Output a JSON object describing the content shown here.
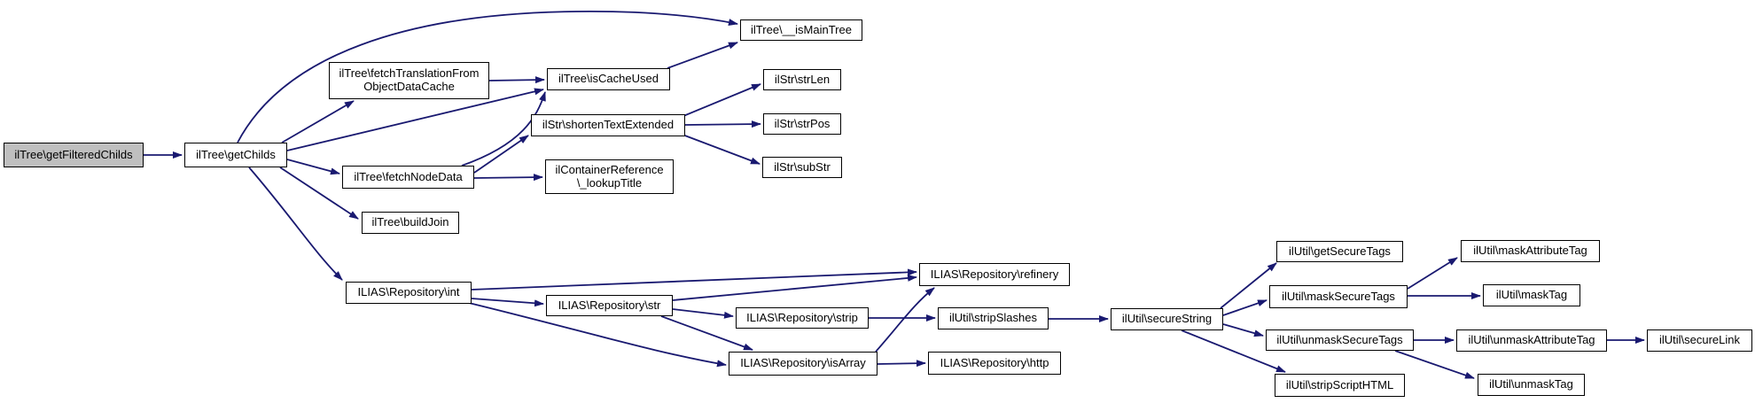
{
  "colors": {
    "edge": "#191970",
    "node_border": "#000000",
    "node_fill": "#ffffff",
    "root_fill": "#bfbfbf",
    "text": "#000000",
    "background": "#ffffff"
  },
  "nodes": {
    "getFilteredChilds": {
      "label": "ilTree\\getFilteredChilds"
    },
    "getChilds": {
      "label": "ilTree\\getChilds"
    },
    "isMainTree": {
      "label": "ilTree\\__isMainTree"
    },
    "fetchTranslation": {
      "label": "ilTree\\fetchTranslationFrom ObjectDataCache"
    },
    "isCacheUsed": {
      "label": "ilTree\\isCacheUsed"
    },
    "strLen": {
      "label": "ilStr\\strLen"
    },
    "shortenTextExtended": {
      "label": "ilStr\\shortenTextExtended"
    },
    "strPos": {
      "label": "ilStr\\strPos"
    },
    "subStr": {
      "label": "ilStr\\subStr"
    },
    "fetchNodeData": {
      "label": "ilTree\\fetchNodeData"
    },
    "lookupTitle": {
      "label": "ilContainerReference \\_lookupTitle"
    },
    "buildJoin": {
      "label": "ilTree\\buildJoin"
    },
    "repoInt": {
      "label": "ILIAS\\Repository\\int"
    },
    "repoStr": {
      "label": "ILIAS\\Repository\\str"
    },
    "repoStrip": {
      "label": "ILIAS\\Repository\\strip"
    },
    "repoIsArray": {
      "label": "ILIAS\\Repository\\isArray"
    },
    "repoRefinery": {
      "label": "ILIAS\\Repository\\refinery"
    },
    "stripSlashes": {
      "label": "ilUtil\\stripSlashes"
    },
    "repoHttp": {
      "label": "ILIAS\\Repository\\http"
    },
    "secureString": {
      "label": "ilUtil\\secureString"
    },
    "getSecureTags": {
      "label": "ilUtil\\getSecureTags"
    },
    "maskSecureTags": {
      "label": "ilUtil\\maskSecureTags"
    },
    "unmaskSecureTags": {
      "label": "ilUtil\\unmaskSecureTags"
    },
    "stripScriptHTML": {
      "label": "ilUtil\\stripScriptHTML"
    },
    "maskAttributeTag": {
      "label": "ilUtil\\maskAttributeTag"
    },
    "maskTag": {
      "label": "ilUtil\\maskTag"
    },
    "unmaskAttributeTag": {
      "label": "ilUtil\\unmaskAttributeTag"
    },
    "unmaskTag": {
      "label": "ilUtil\\unmaskTag"
    },
    "secureLink": {
      "label": "ilUtil\\secureLink"
    }
  },
  "edges": [
    {
      "from": "getFilteredChilds",
      "to": "getChilds"
    },
    {
      "from": "getChilds",
      "to": "isMainTree"
    },
    {
      "from": "getChilds",
      "to": "fetchTranslation"
    },
    {
      "from": "getChilds",
      "to": "isCacheUsed"
    },
    {
      "from": "getChilds",
      "to": "fetchNodeData"
    },
    {
      "from": "getChilds",
      "to": "buildJoin"
    },
    {
      "from": "getChilds",
      "to": "repoInt"
    },
    {
      "from": "fetchTranslation",
      "to": "isCacheUsed"
    },
    {
      "from": "isCacheUsed",
      "to": "isMainTree"
    },
    {
      "from": "fetchNodeData",
      "to": "isCacheUsed"
    },
    {
      "from": "fetchNodeData",
      "to": "shortenTextExtended"
    },
    {
      "from": "fetchNodeData",
      "to": "lookupTitle"
    },
    {
      "from": "shortenTextExtended",
      "to": "strLen"
    },
    {
      "from": "shortenTextExtended",
      "to": "strPos"
    },
    {
      "from": "shortenTextExtended",
      "to": "subStr"
    },
    {
      "from": "repoInt",
      "to": "repoRefinery"
    },
    {
      "from": "repoInt",
      "to": "repoStr"
    },
    {
      "from": "repoInt",
      "to": "repoIsArray"
    },
    {
      "from": "repoStr",
      "to": "repoRefinery"
    },
    {
      "from": "repoStr",
      "to": "repoStrip"
    },
    {
      "from": "repoStr",
      "to": "repoIsArray"
    },
    {
      "from": "repoStrip",
      "to": "stripSlashes"
    },
    {
      "from": "repoIsArray",
      "to": "repoRefinery"
    },
    {
      "from": "repoIsArray",
      "to": "repoHttp"
    },
    {
      "from": "stripSlashes",
      "to": "secureString"
    },
    {
      "from": "secureString",
      "to": "getSecureTags"
    },
    {
      "from": "secureString",
      "to": "maskSecureTags"
    },
    {
      "from": "secureString",
      "to": "unmaskSecureTags"
    },
    {
      "from": "secureString",
      "to": "stripScriptHTML"
    },
    {
      "from": "maskSecureTags",
      "to": "maskAttributeTag"
    },
    {
      "from": "maskSecureTags",
      "to": "maskTag"
    },
    {
      "from": "unmaskSecureTags",
      "to": "unmaskAttributeTag"
    },
    {
      "from": "unmaskSecureTags",
      "to": "unmaskTag"
    },
    {
      "from": "unmaskAttributeTag",
      "to": "secureLink"
    }
  ]
}
